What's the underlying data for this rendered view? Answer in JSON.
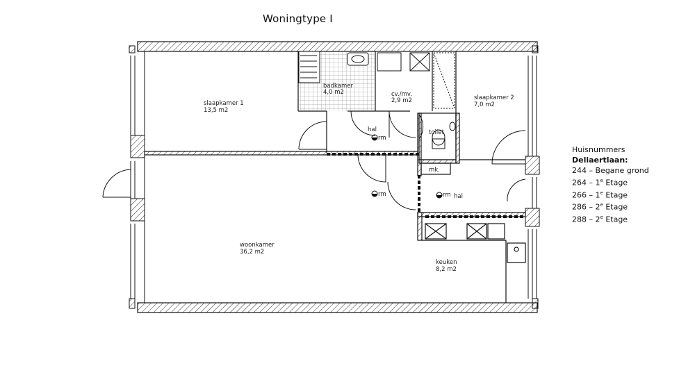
{
  "title": "Woningtype I",
  "rooms": {
    "slaapkamer1": {
      "name": "slaapkamer 1",
      "area": "13,5  m2"
    },
    "badkamer": {
      "name": "badkamer",
      "area": "4,0  m2"
    },
    "cv": {
      "name": "cv./mv.",
      "area": "2,9  m2"
    },
    "slaapkamer2": {
      "name": "slaapkamer 2",
      "area": "7,0  m2"
    },
    "hal1": "hal",
    "toilet": "toilet",
    "mk": "mk.",
    "hal2": "hal",
    "woonkamer": {
      "name": "woonkamer",
      "area": "36,2  m2"
    },
    "keuken": {
      "name": "keuken",
      "area": "8,2  m2"
    }
  },
  "rm_symbol": "rm",
  "legend": {
    "heading1": "Huisnummers",
    "heading2": "Dellaertlaan:",
    "entries": [
      {
        "nr": "244",
        "floor": "Begane grond",
        "sup": ""
      },
      {
        "nr": "264",
        "floor": "Etage",
        "sup": "e",
        "level": "1"
      },
      {
        "nr": "266",
        "floor": "Etage",
        "sup": "e",
        "level": "1"
      },
      {
        "nr": "286",
        "floor": "Etage",
        "sup": "e",
        "level": "2"
      },
      {
        "nr": "288",
        "floor": "Etage",
        "sup": "e",
        "level": "2"
      }
    ]
  },
  "colors": {
    "line": "#111111",
    "hatch": "#333333",
    "background": "#ffffff"
  }
}
